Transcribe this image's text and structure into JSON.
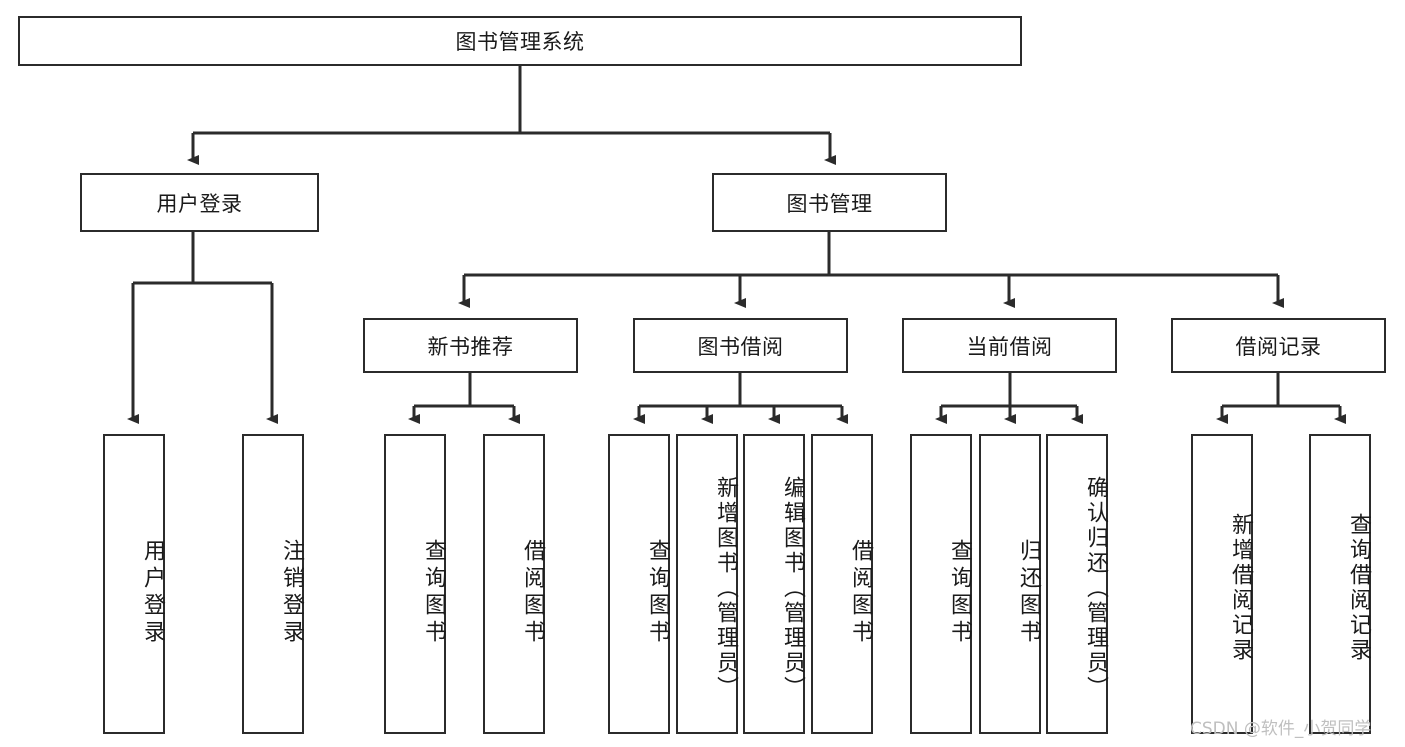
{
  "diagram": {
    "title": "图书管理系统",
    "type": "hierarchical-tree-functional-decomposition",
    "watermark": "CSDN @软件_小贺同学",
    "colors": {
      "stroke": "#2b2b2b",
      "fill": "#ffffff",
      "text": "#1a1a1a",
      "watermark": "#bfbfbf"
    },
    "root": {
      "label": "图书管理系统"
    },
    "level1": [
      {
        "label": "用户登录"
      },
      {
        "label": "图书管理"
      }
    ],
    "level2": [
      {
        "label": "新书推荐"
      },
      {
        "label": "图书借阅"
      },
      {
        "label": "当前借阅"
      },
      {
        "label": "借阅记录"
      }
    ],
    "leaves": {
      "user_login": [
        {
          "label": "用户登录"
        },
        {
          "label": "注销登录"
        }
      ],
      "new_book_recommend": [
        {
          "label": "查询图书"
        },
        {
          "label": "借阅图书"
        }
      ],
      "book_borrow": [
        {
          "label": "查询图书"
        },
        {
          "label": "新增图书（管理员）"
        },
        {
          "label": "编辑图书（管理员）"
        },
        {
          "label": "借阅图书"
        }
      ],
      "current_borrow": [
        {
          "label": "查询图书"
        },
        {
          "label": "归还图书"
        },
        {
          "label": "确认归还（管理员）"
        }
      ],
      "borrow_record": [
        {
          "label": "新增借阅记录"
        },
        {
          "label": "查询借阅记录"
        }
      ]
    }
  }
}
